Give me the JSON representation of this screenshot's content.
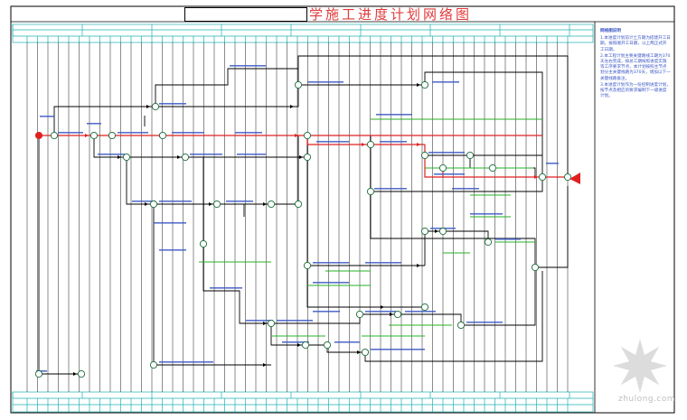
{
  "title": "学施工进度计划网络图",
  "legend": {
    "heading": "网络图说明",
    "lines": [
      "1.本进度计划前计土方期为搭建开工日期，按照顺开工日期，以上两正式开工日期。",
      "2.本工程计划主要关键路线工期为370天左右完成，按总工期按照进度实施等工序要求节点，本计划按照主节点划分主关键线路为370天，增加以下一关键线路备注。",
      "3.本进度计划作为一份控制进度计划，按节点及相应的要求编制下一级进度计划。"
    ]
  },
  "watermark": {
    "text": "zhulong.com"
  },
  "colors": {
    "critical": "#e02020",
    "normal": "#000000",
    "float": "#27b027",
    "label": "#3b57c4",
    "grid_cyan": "#1fb0b0"
  }
}
